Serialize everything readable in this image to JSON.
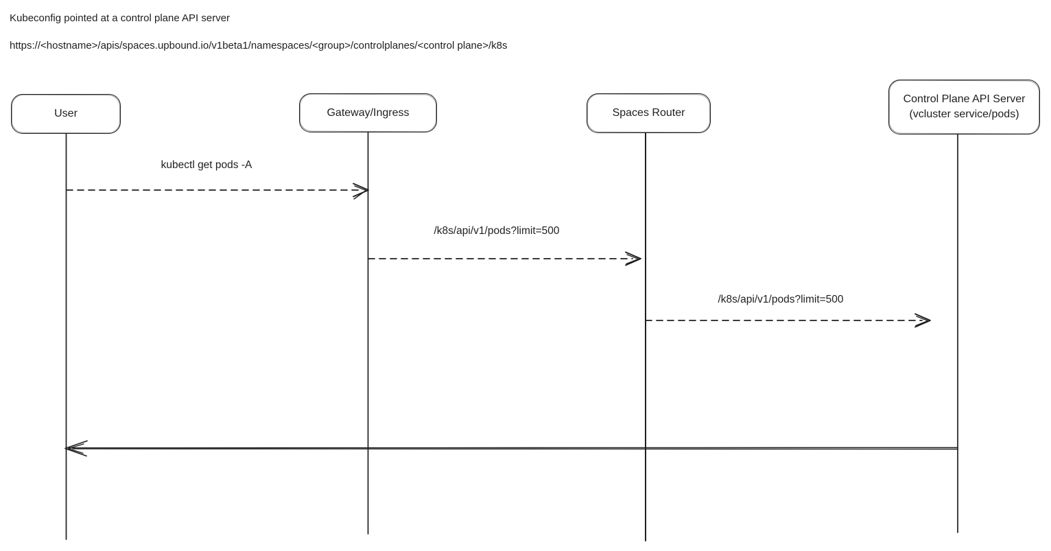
{
  "header": {
    "title": "Kubeconfig pointed at a control plane API server",
    "url": "https://<hostname>/apis/spaces.upbound.io/v1beta1/namespaces/<group>/controlplanes/<control plane>/k8s"
  },
  "actors": [
    {
      "id": "user",
      "label": "User"
    },
    {
      "id": "gateway-ingress",
      "label": "Gateway/Ingress"
    },
    {
      "id": "spaces-router",
      "label": "Spaces Router"
    },
    {
      "id": "control-plane-api-server",
      "label": "Control Plane API Server",
      "sub": "(vcluster service/pods)"
    }
  ],
  "messages": [
    {
      "from": "User",
      "to": "Gateway/Ingress",
      "label": "kubectl get pods -A",
      "line": "dashed"
    },
    {
      "from": "Gateway/Ingress",
      "to": "Spaces Router",
      "label": "/k8s/api/v1/pods?limit=500",
      "line": "dashed"
    },
    {
      "from": "Spaces Router",
      "to": "Control Plane API Server",
      "label": "/k8s/api/v1/pods?limit=500",
      "line": "dashed"
    },
    {
      "from": "Control Plane API Server",
      "to": "User",
      "label": "",
      "line": "solid"
    }
  ],
  "colors": {
    "stroke": "#1e1e1e",
    "background": "#ffffff"
  }
}
